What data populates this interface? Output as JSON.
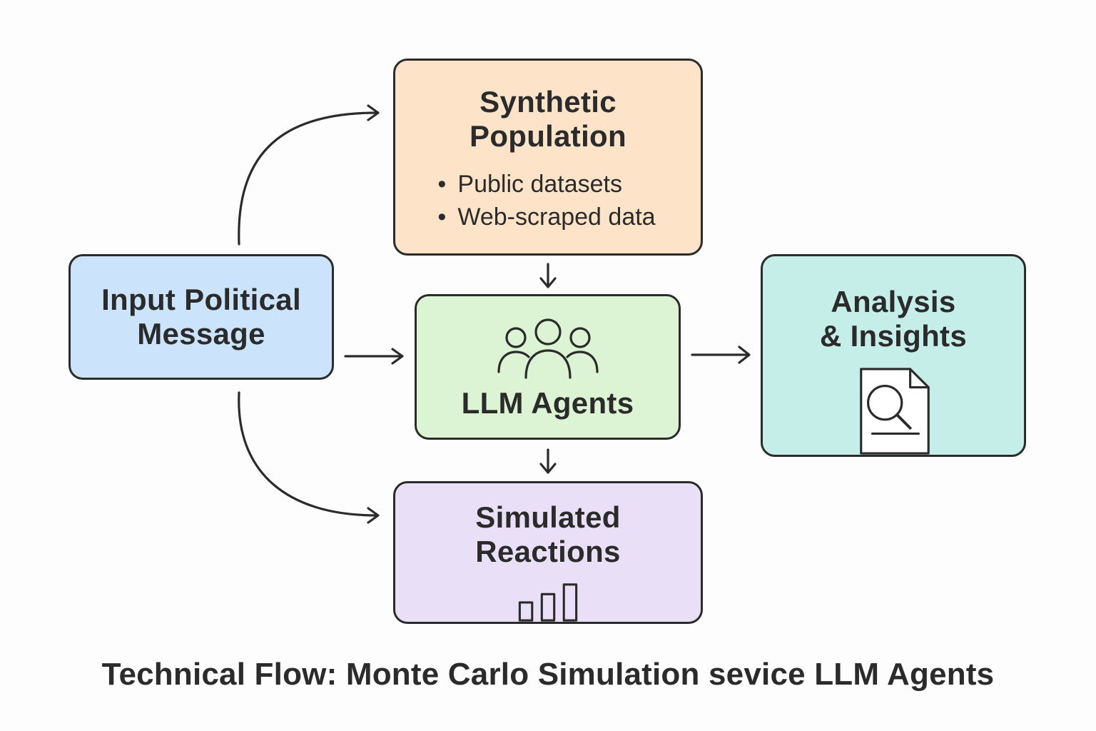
{
  "nodes": {
    "input": {
      "title_line1": "Input Political",
      "title_line2": "Message",
      "color": "#cbe3fb"
    },
    "population": {
      "title_line1": "Synthetic",
      "title_line2": "Population",
      "items": [
        "Public datasets",
        "Web-scraped data"
      ],
      "color": "#fde3c8"
    },
    "agents": {
      "title": "LLM Agents",
      "icon": "people-icon",
      "color": "#dcf4d4"
    },
    "analysis": {
      "title_line1": "Analysis",
      "title_line2": "& Insights",
      "icon": "document-search-icon",
      "color": "#c5eee9"
    },
    "reactions": {
      "title_line1": "Simulated",
      "title_line2": "Reactions",
      "icon": "bar-chart-icon",
      "color": "#e9e0f8"
    }
  },
  "edges": [
    {
      "from": "input",
      "to": "population"
    },
    {
      "from": "input",
      "to": "agents"
    },
    {
      "from": "input",
      "to": "reactions"
    },
    {
      "from": "population",
      "to": "agents"
    },
    {
      "from": "agents",
      "to": "reactions"
    },
    {
      "from": "agents",
      "to": "analysis"
    }
  ],
  "caption": "Technical Flow: Monte Carlo Simulation sevice LLM Agents"
}
